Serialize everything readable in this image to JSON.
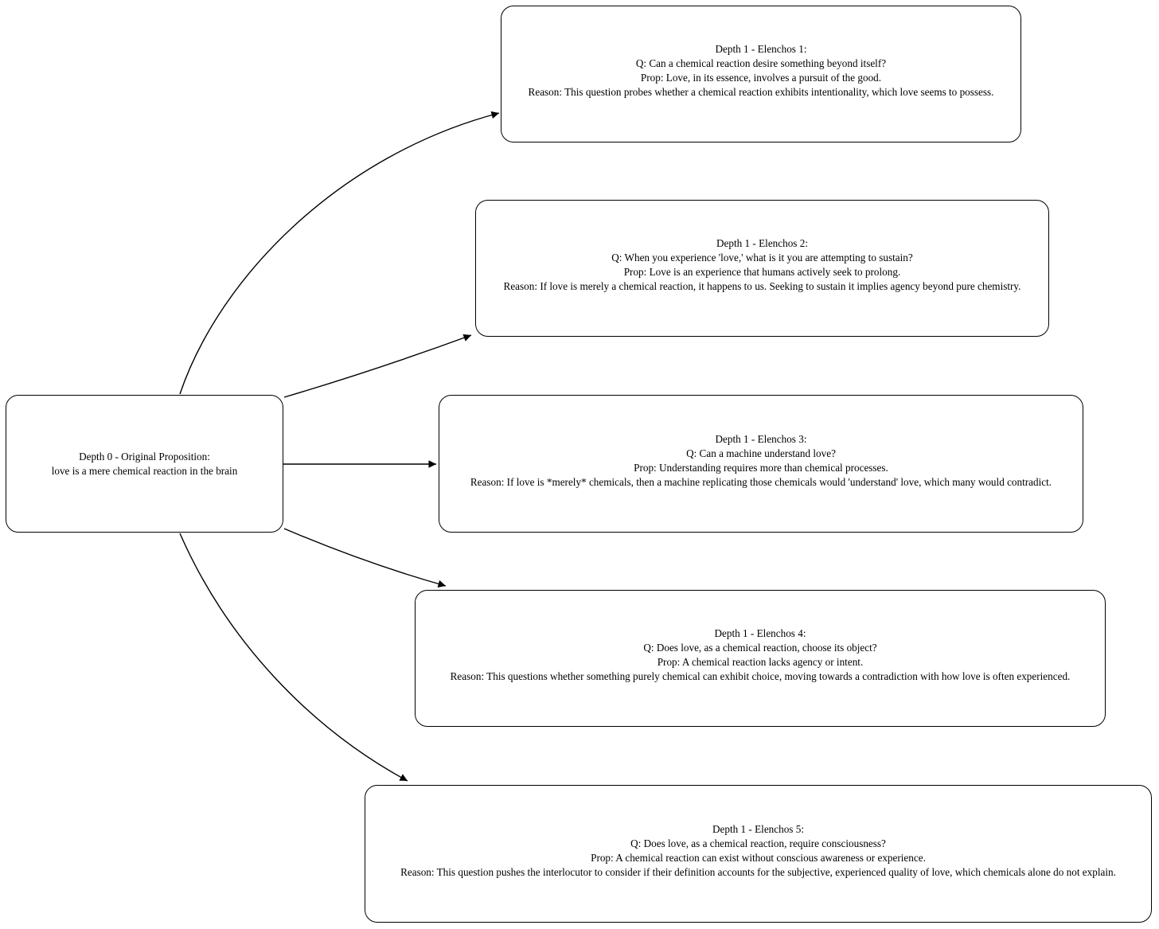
{
  "diagram": {
    "background_color": "#ffffff",
    "line_color": "#000000",
    "text_color": "#000000",
    "root": {
      "title": "Depth 0 - Original Proposition:",
      "proposition": "love is a mere chemical reaction in the brain"
    },
    "children": [
      {
        "title": "Depth 1 - Elenchos 1:",
        "question": "Q: Can a chemical reaction desire something beyond itself?",
        "proposition": "Prop: Love, in its essence, involves a pursuit of the good.",
        "reason": "Reason: This question probes whether a chemical reaction exhibits intentionality, which love seems to possess."
      },
      {
        "title": "Depth 1 - Elenchos 2:",
        "question": "Q: When you experience 'love,' what is it you are attempting to sustain?",
        "proposition": "Prop: Love is an experience that humans actively seek to prolong.",
        "reason": "Reason: If love is merely a chemical reaction, it happens to us. Seeking to sustain it implies agency beyond pure chemistry."
      },
      {
        "title": "Depth 1 - Elenchos 3:",
        "question": "Q: Can a machine understand love?",
        "proposition": "Prop: Understanding requires more than chemical processes.",
        "reason": "Reason: If love is *merely* chemicals, then a machine replicating those chemicals would 'understand' love, which many would contradict."
      },
      {
        "title": "Depth 1 - Elenchos 4:",
        "question": "Q: Does love, as a chemical reaction, choose its object?",
        "proposition": "Prop: A chemical reaction lacks agency or intent.",
        "reason": "Reason: This questions whether something purely chemical can exhibit choice, moving towards a contradiction with how love is often experienced."
      },
      {
        "title": "Depth 1 - Elenchos 5:",
        "question": "Q: Does love, as a chemical reaction, require consciousness?",
        "proposition": "Prop: A chemical reaction can exist without conscious awareness or experience.",
        "reason": "Reason: This question pushes the interlocutor to consider if their definition accounts for the subjective, experienced quality of love, which chemicals alone do not explain."
      }
    ],
    "edges": [
      {
        "from": "Depth 0 - Original Proposition",
        "to": "Depth 1 - Elenchos 1"
      },
      {
        "from": "Depth 0 - Original Proposition",
        "to": "Depth 1 - Elenchos 2"
      },
      {
        "from": "Depth 0 - Original Proposition",
        "to": "Depth 1 - Elenchos 3"
      },
      {
        "from": "Depth 0 - Original Proposition",
        "to": "Depth 1 - Elenchos 4"
      },
      {
        "from": "Depth 0 - Original Proposition",
        "to": "Depth 1 - Elenchos 5"
      }
    ]
  }
}
